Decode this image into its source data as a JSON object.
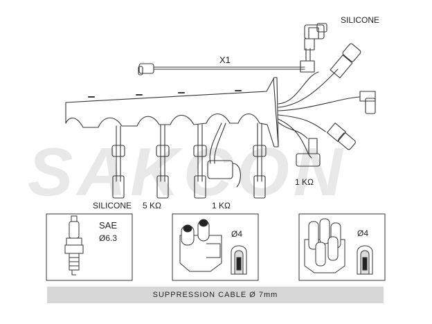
{
  "watermark": "SAKCON",
  "labels": {
    "silicone_top": "SILICONE",
    "x1": "X1",
    "silicone_bottom": "SILICONE",
    "res_5k": "5 KΩ",
    "res_1k_mid": "1 KΩ",
    "res_1k_right": "1 KΩ"
  },
  "boxes": {
    "plug": {
      "title": "SAE",
      "size": "Ø6.3"
    },
    "cap_left": {
      "size": "Ø4"
    },
    "cap_right": {
      "size": "Ø4"
    }
  },
  "footer": {
    "text": "SUPPRESSION CABLE   Ø   7mm"
  },
  "colors": {
    "line": "#333333",
    "watermark": "#e6e6e6",
    "footer_bg": "#d7d7d7"
  }
}
